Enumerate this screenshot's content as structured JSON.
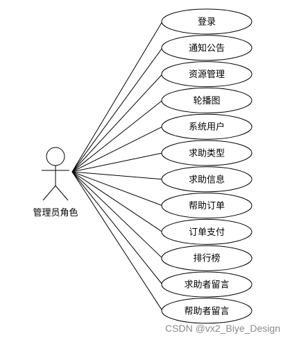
{
  "actor": {
    "label": "管理员角色"
  },
  "use_cases": [
    "登录",
    "通知公告",
    "资源管理",
    "轮播图",
    "系统用户",
    "求助类型",
    "求助信息",
    "帮助订单",
    "订单支付",
    "排行榜",
    "求助者留言",
    "帮助者留言"
  ],
  "watermark": "CSDN @vx2_Biye_Design"
}
